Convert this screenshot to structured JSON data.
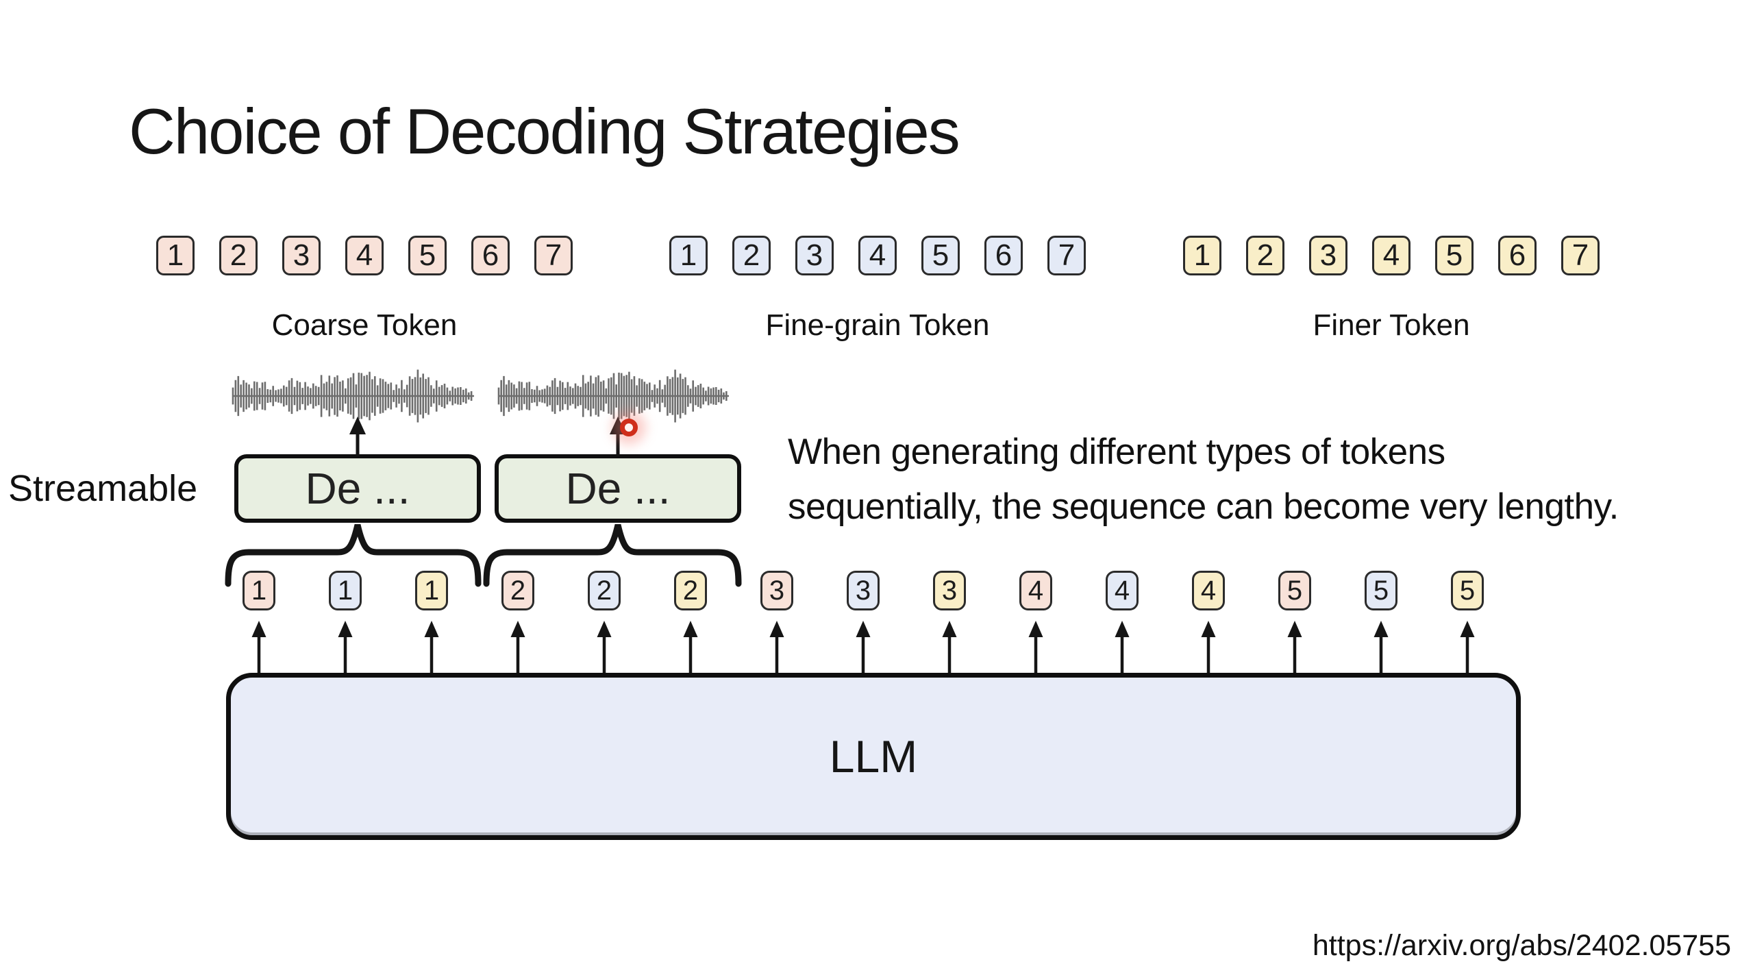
{
  "title": "Choice of Decoding Strategies",
  "token_rows": [
    {
      "id": "coarse",
      "label": "Coarse Token",
      "tokens": [
        "1",
        "2",
        "3",
        "4",
        "5",
        "6",
        "7"
      ]
    },
    {
      "id": "fine",
      "label": "Fine-grain Token",
      "tokens": [
        "1",
        "2",
        "3",
        "4",
        "5",
        "6",
        "7"
      ]
    },
    {
      "id": "finer",
      "label": "Finer Token",
      "tokens": [
        "1",
        "2",
        "3",
        "4",
        "5",
        "6",
        "7"
      ]
    }
  ],
  "streamable_label": "Streamable",
  "decoders": [
    {
      "label": "De ..."
    },
    {
      "label": "De ..."
    }
  ],
  "annotation": "When generating different types of tokens\nsequentially, the sequence can become very lengthy.",
  "llm": {
    "label": "LLM"
  },
  "sequence": [
    {
      "value": "1",
      "type": "coarse"
    },
    {
      "value": "1",
      "type": "fine"
    },
    {
      "value": "1",
      "type": "finer"
    },
    {
      "value": "2",
      "type": "coarse"
    },
    {
      "value": "2",
      "type": "fine"
    },
    {
      "value": "2",
      "type": "finer"
    },
    {
      "value": "3",
      "type": "coarse"
    },
    {
      "value": "3",
      "type": "fine"
    },
    {
      "value": "3",
      "type": "finer"
    },
    {
      "value": "4",
      "type": "coarse"
    },
    {
      "value": "4",
      "type": "fine"
    },
    {
      "value": "4",
      "type": "finer"
    },
    {
      "value": "5",
      "type": "coarse"
    },
    {
      "value": "5",
      "type": "fine"
    },
    {
      "value": "5",
      "type": "finer"
    }
  ],
  "source_url": "https://arxiv.org/abs/2402.05755",
  "colors": {
    "coarse_fill": "#f8e2d9",
    "fine_fill": "#e4eaf6",
    "finer_fill": "#f9eec8",
    "decoder_fill": "#e8efe1",
    "llm_fill": "#e8ecf8",
    "outline": "#151515",
    "waveform": "#6d6d6d",
    "laser": "#cf2e1b"
  }
}
